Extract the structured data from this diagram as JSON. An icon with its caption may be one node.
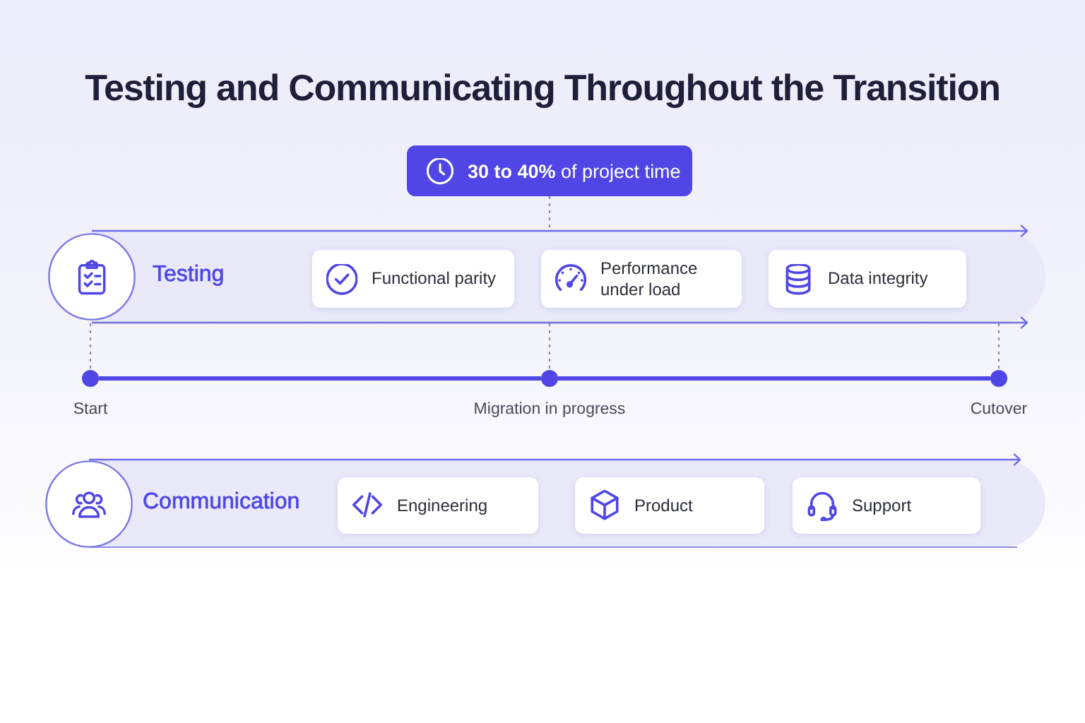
{
  "diagram": {
    "title": "Testing and Communicating Throughout the Transition",
    "nodes": [
      {
        "text": [
          "**30 to 40%** of project time"
        ]
      },
      {
        "text": [
          "Testing"
        ]
      },
      {
        "text": [
          "Functional parity"
        ],
        "in": 1
      },
      {
        "text": [
          "Performance under load"
        ],
        "in": 1
      },
      {
        "text": [
          "Data integrity"
        ],
        "in": 1
      },
      {
        "text": [],
        "shape": "circle",
        "beside": [
          "Start"
        ]
      },
      {
        "text": [],
        "shape": "circle",
        "beside": [
          "Migration in progress"
        ]
      },
      {
        "text": [],
        "shape": "circle",
        "beside": [
          "Cutover"
        ]
      },
      {
        "text": [
          "Communication"
        ]
      },
      {
        "text": [
          "Engineering"
        ],
        "in": 8
      },
      {
        "text": [
          "Product"
        ],
        "in": 8
      },
      {
        "text": [
          "Support"
        ],
        "in": 8
      }
    ],
    "edges": [
      {
        "from": 0,
        "to": 1,
        "arrow": "none",
        "style": "dashed"
      },
      {
        "from": 1,
        "to": 5,
        "arrow": "none",
        "style": "dashed"
      },
      {
        "from": 1,
        "to": 6,
        "arrow": "none",
        "style": "dashed"
      },
      {
        "from": 1,
        "to": 7,
        "arrow": "none",
        "style": "dashed"
      },
      {
        "from": 5,
        "to": 6,
        "arrow": "none",
        "style": "thick",
        "color": "#4f46e5"
      },
      {
        "from": 6,
        "to": 7,
        "arrow": "none",
        "style": "thick",
        "color": "#4f46e5"
      }
    ]
  }
}
